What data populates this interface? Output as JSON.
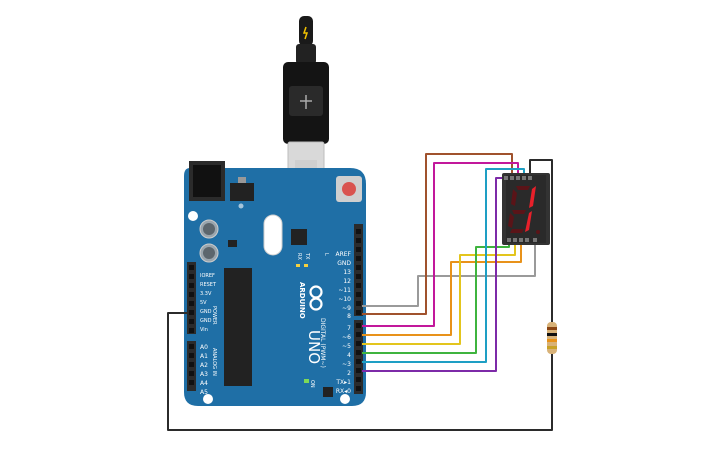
{
  "board": {
    "brand": "ARDUINO",
    "model": "UNO",
    "power_header": "POWER",
    "analog_header": "ANALOG IN",
    "digital_header": "DIGITAL (PWM~)",
    "on_label": "ON",
    "tx_label": "TX",
    "rx_label": "RX",
    "l_label": "L",
    "power_pins": [
      "IOREF",
      "RESET",
      "3.3V",
      "5V",
      "GND",
      "GND",
      "Vin"
    ],
    "analog_pins": [
      "A0",
      "A1",
      "A2",
      "A3",
      "A4",
      "A5"
    ],
    "digital_pins_top": [
      "AREF",
      "GND",
      "13",
      "12",
      "~11",
      "~10",
      "~9",
      "8"
    ],
    "digital_pins_bottom": [
      "7",
      "~6",
      "~5",
      "4",
      "~3",
      "2",
      "TX▸1",
      "RX◂0"
    ]
  },
  "display": {
    "shown_digit": "1"
  },
  "colors": {
    "board_blue": "#1f6fa6",
    "wire_gray": "#9a9a9a",
    "wire_brown": "#a0522d",
    "wire_magenta": "#c2189b",
    "wire_orange": "#e8921a",
    "wire_yellow": "#e3c51d",
    "wire_green": "#3fb43f",
    "wire_teal": "#1e9fc4",
    "wire_purple": "#7d2aa8",
    "wire_black": "#2b2b2b",
    "segment_on": "#e8202a",
    "segment_off": "#5a1418"
  }
}
